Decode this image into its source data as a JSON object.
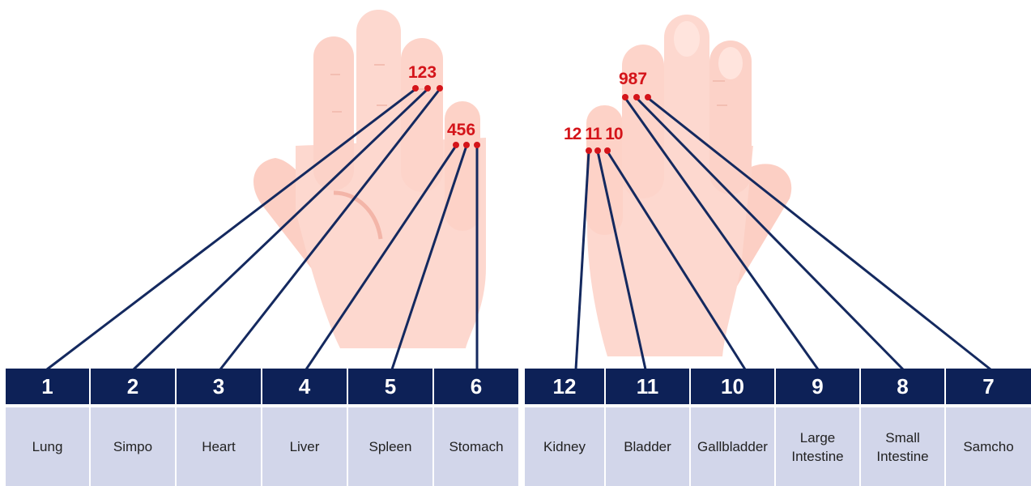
{
  "colors": {
    "header_bg": "#0d2157",
    "label_bg": "#d2d6ea",
    "line": "#14295f",
    "dot": "#d4141a",
    "skin": "#fdd8cf"
  },
  "left_panel": {
    "headers": [
      "1",
      "2",
      "3",
      "4",
      "5",
      "6"
    ],
    "labels": [
      "Lung",
      "Simpo",
      "Heart",
      "Liver",
      "Spleen",
      "Stomach"
    ]
  },
  "right_panel": {
    "headers": [
      "12",
      "11",
      "10",
      "9",
      "8",
      "7"
    ],
    "labels": [
      "Kidney",
      "Bladder",
      "Gallbladder",
      "Large\nIntestine",
      "Small\nIntestine",
      "Samcho"
    ]
  },
  "point_groups": {
    "left_ring": "123",
    "left_little": "456",
    "right_little": "12 11 10",
    "right_ring": "987"
  }
}
